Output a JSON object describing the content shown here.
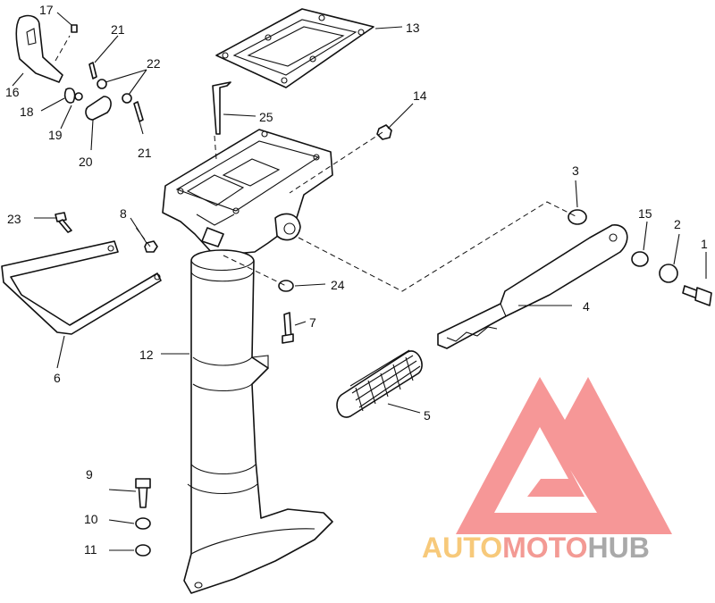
{
  "callouts": {
    "p1": "1",
    "p2": "2",
    "p3": "3",
    "p4": "4",
    "p5": "5",
    "p6": "6",
    "p7": "7",
    "p8": "8",
    "p9": "9",
    "p10": "10",
    "p11": "11",
    "p12": "12",
    "p13": "13",
    "p14": "14",
    "p15": "15",
    "p16": "16",
    "p17": "17",
    "p18": "18",
    "p19": "19",
    "p20": "20",
    "p21a": "21",
    "p21b": "21",
    "p22": "22",
    "p23": "23",
    "p24": "24",
    "p25": "25"
  },
  "watermark": {
    "part1": "AUTO",
    "part2": "MOTO",
    "part3": "HUB",
    "colors": {
      "auto": "#f7c97a",
      "moto": "#f39a94",
      "hub": "#a9a9a9",
      "emblem": "#f26b6b"
    }
  }
}
